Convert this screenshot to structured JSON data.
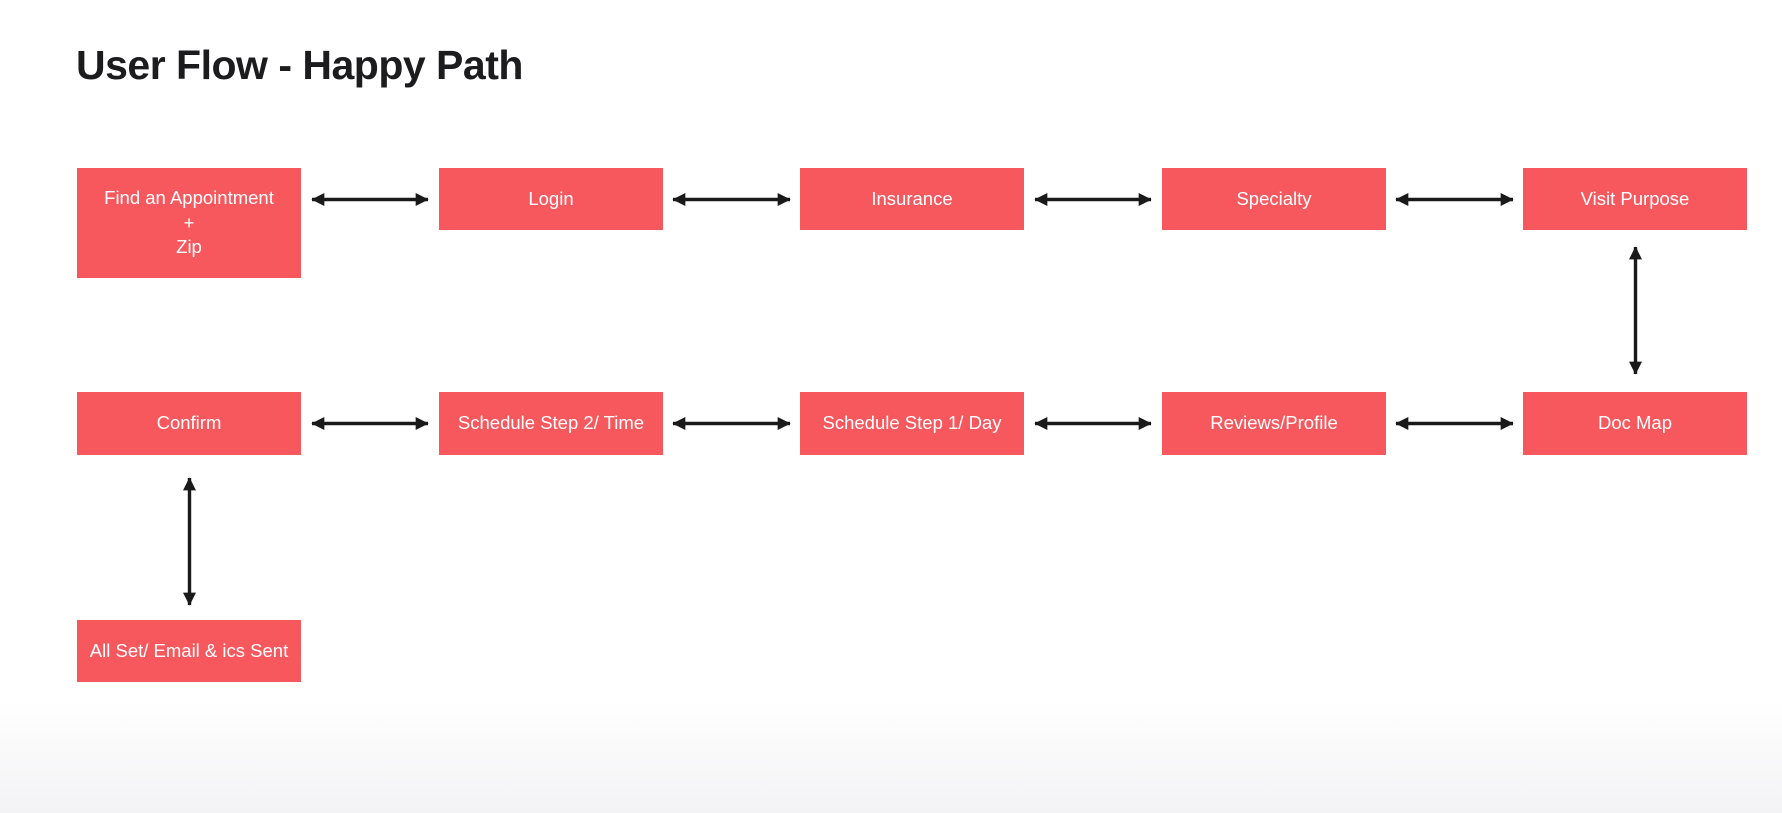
{
  "page": {
    "title": "User Flow - Happy Path"
  },
  "colors": {
    "node_fill": "#F7585E",
    "node_text": "#FFFFFF",
    "arrow": "#1A1A1A",
    "title_text": "#1C1C1E",
    "background_top": "#FFFFFF",
    "background_bottom": "#F3F3F5"
  },
  "flow": {
    "nodes": {
      "find_appointment": {
        "label": "Find an Appointment\n+\nZip"
      },
      "login": {
        "label": "Login"
      },
      "insurance": {
        "label": "Insurance"
      },
      "specialty": {
        "label": "Specialty"
      },
      "visit_purpose": {
        "label": "Visit Purpose"
      },
      "doc_map": {
        "label": "Doc Map"
      },
      "reviews_profile": {
        "label": "Reviews/Profile"
      },
      "schedule_step_1": {
        "label": "Schedule Step 1/ Day"
      },
      "schedule_step_2": {
        "label": "Schedule Step 2/ Time"
      },
      "confirm": {
        "label": "Confirm"
      },
      "all_set": {
        "label": "All Set/ Email & ics Sent"
      }
    },
    "edges": [
      {
        "from": "find_appointment",
        "to": "login",
        "bidirectional": true
      },
      {
        "from": "login",
        "to": "insurance",
        "bidirectional": true
      },
      {
        "from": "insurance",
        "to": "specialty",
        "bidirectional": true
      },
      {
        "from": "specialty",
        "to": "visit_purpose",
        "bidirectional": true
      },
      {
        "from": "visit_purpose",
        "to": "doc_map",
        "bidirectional": true
      },
      {
        "from": "doc_map",
        "to": "reviews_profile",
        "bidirectional": true
      },
      {
        "from": "reviews_profile",
        "to": "schedule_step_1",
        "bidirectional": true
      },
      {
        "from": "schedule_step_1",
        "to": "schedule_step_2",
        "bidirectional": true
      },
      {
        "from": "schedule_step_2",
        "to": "confirm",
        "bidirectional": true
      },
      {
        "from": "confirm",
        "to": "all_set",
        "bidirectional": true
      }
    ]
  }
}
